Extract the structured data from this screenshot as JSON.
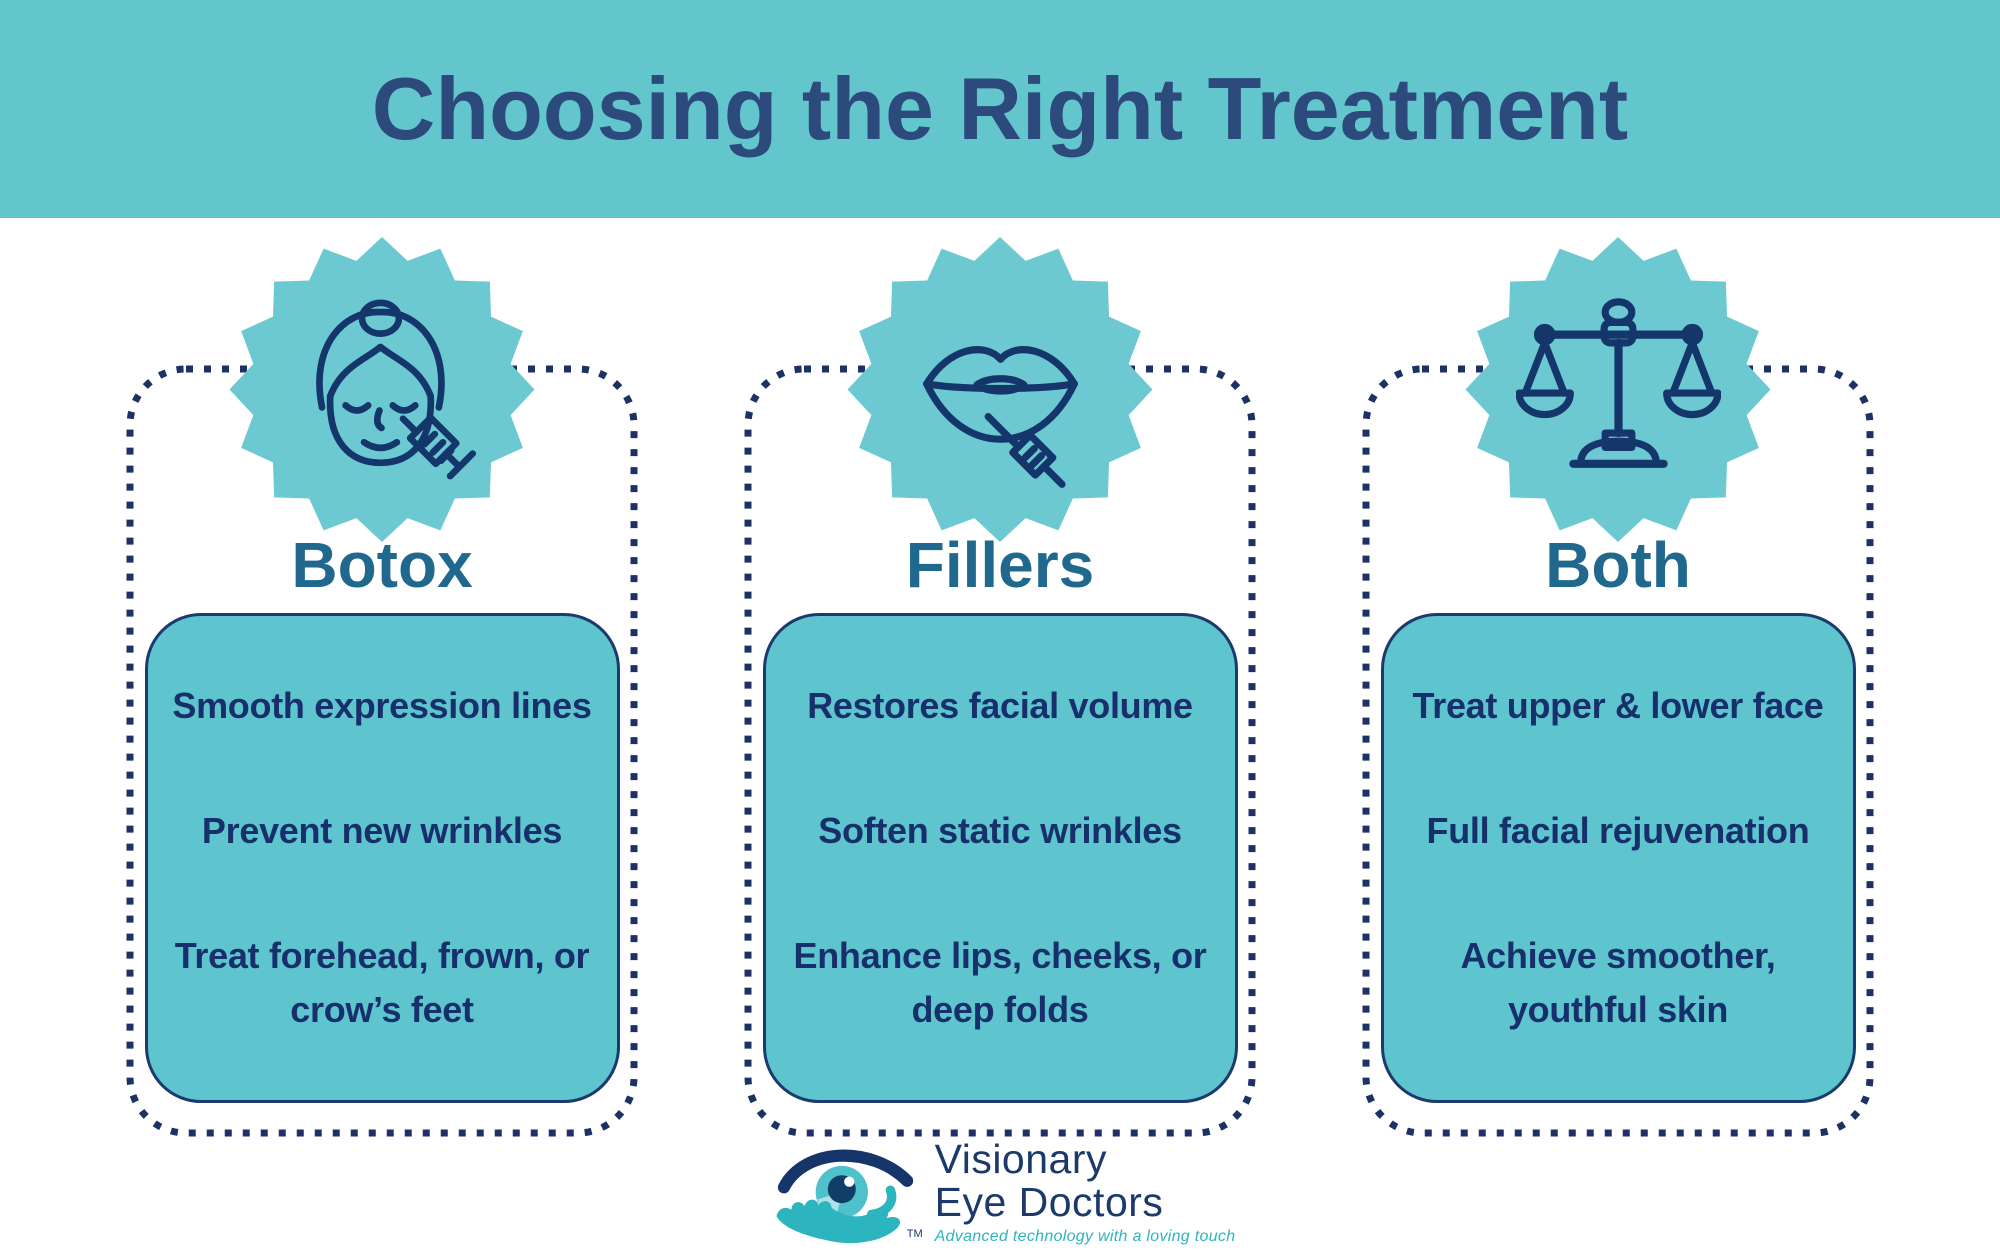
{
  "page": {
    "title": "Choosing the Right Treatment"
  },
  "columns": [
    {
      "title": "Botox",
      "icon": "face-injection-icon",
      "items": [
        "Smooth expression lines",
        "Prevent new wrinkles",
        "Treat forehead, frown, or crow’s feet"
      ]
    },
    {
      "title": "Fillers",
      "icon": "lip-injection-icon",
      "items": [
        "Restores facial volume",
        "Soften static wrinkles",
        "Enhance lips, cheeks, or deep folds"
      ]
    },
    {
      "title": "Both",
      "icon": "balance-scale-icon",
      "items": [
        "Treat upper & lower face",
        "Full facial rejuvenation",
        "Achieve smoother, youthful skin"
      ]
    }
  ],
  "footer": {
    "brand_line1": "Visionary",
    "brand_line2": "Eye Doctors",
    "tagline": "Advanced technology with a loving touch",
    "trademark_label": "TM"
  },
  "colors": {
    "banner_teal": "#63C6CD",
    "badge_teal": "#6CC9D1",
    "box_teal": "#5EC4CD",
    "dotted_navy": "#1D3264",
    "title_navy": "#2C4B7C",
    "heading_blue": "#21688E",
    "body_navy": "#17306B",
    "icon_navy": "#14366B",
    "logo_navy": "#1B3A6B",
    "logo_teal": "#2CB4BF"
  }
}
